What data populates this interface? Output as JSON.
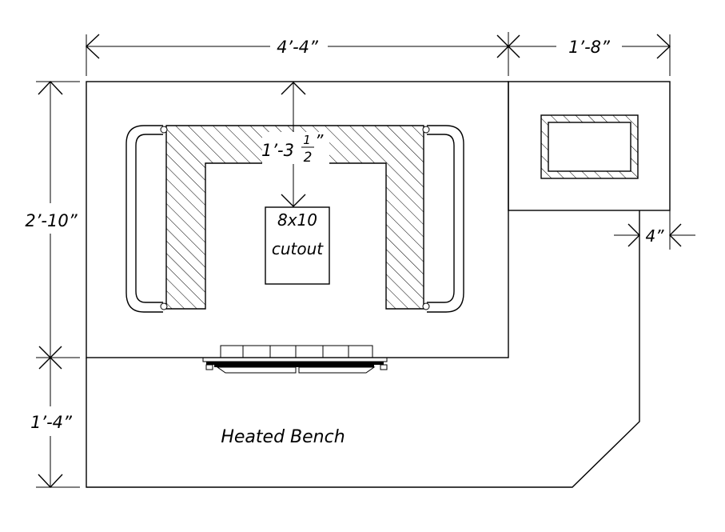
{
  "dimensions": {
    "top_left": "4’-4”",
    "top_right": "1’-8”",
    "left_upper": "2’-10”",
    "left_lower": "1’-4”",
    "side_small": "4”",
    "inner_whole": "1’-3",
    "inner_frac_num": "1",
    "inner_frac_den": "2",
    "inner_inch": "”"
  },
  "labels": {
    "cutout_line1": "8x10",
    "cutout_line2": "cutout",
    "bench": "Heated Bench"
  }
}
